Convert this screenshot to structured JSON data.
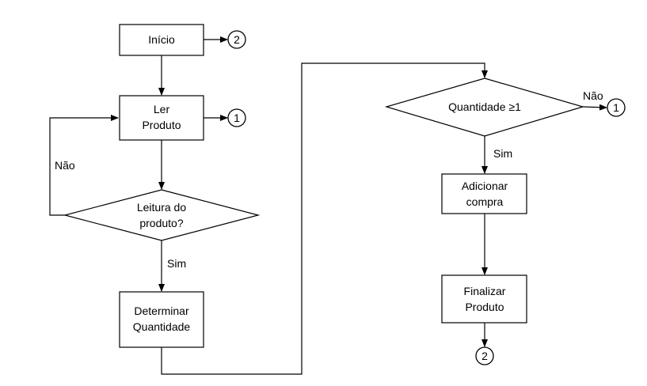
{
  "nodes": {
    "inicio": "Início",
    "ler_produto": [
      "Ler",
      "Produto"
    ],
    "leitura": [
      "Leitura do",
      "produto?"
    ],
    "determinar": [
      "Determinar",
      "Quantidade"
    ],
    "quantidade": "Quantidade ≥1",
    "adicionar": [
      "Adicionar",
      "compra"
    ],
    "finalizar": [
      "Finalizar",
      "Produto"
    ]
  },
  "edge_labels": {
    "leitura_nao": "Não",
    "leitura_sim": "Sim",
    "quantidade_nao": "Não",
    "quantidade_sim": "Sim"
  },
  "connectors": {
    "inicio_out": "2",
    "ler_out": "1",
    "quantidade_out": "1",
    "finalizar_out": "2"
  }
}
